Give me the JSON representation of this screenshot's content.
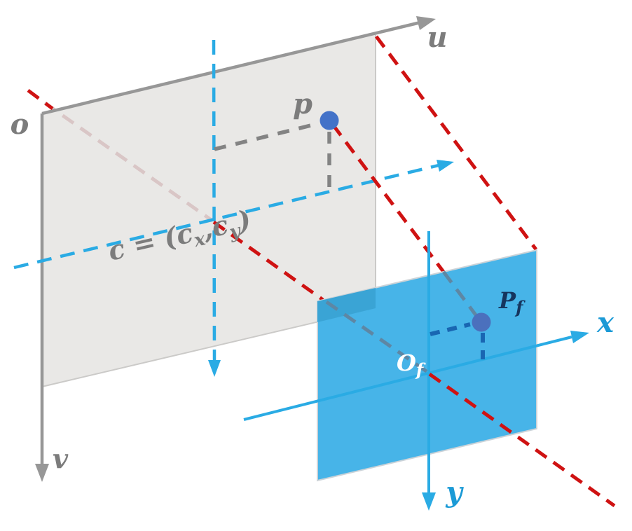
{
  "figure": {
    "type": "camera-projection-diagram",
    "planes": [
      {
        "name": "image-plane",
        "axes": [
          "u",
          "v"
        ],
        "origin_label": "o",
        "point_label": "p",
        "center_label": "c = (cx, cy)"
      },
      {
        "name": "focal-plane",
        "axes": [
          "x",
          "y"
        ],
        "origin_label": "Of",
        "point_label": "Pf"
      }
    ]
  },
  "labels": {
    "origin_image": "o",
    "axis_u": "u",
    "axis_v": "v",
    "point_p": "p",
    "c_parts": [
      "c = (c",
      "x",
      ",c",
      "y",
      ")"
    ],
    "origin_focal_main": "O",
    "origin_focal_sub": "f",
    "point_pf_main": "P",
    "point_pf_sub": "f",
    "axis_x": "x",
    "axis_y": "y"
  },
  "colors": {
    "background": "#ffffff",
    "image_plane": "#e9e8e6",
    "image_plane_edge": "#cbcac8",
    "focal_plane": "#47b4e8",
    "focal_plane_edge": "#ccd3d8",
    "plane_overlap": "#3aa4d5",
    "axis_gray": "#979797",
    "cyan": "#2aabe4",
    "red": "#cf1212",
    "red_faded_behind_image_plane": "#d9c6c6",
    "ray_behind_focal_plane": "#5e87a4",
    "coord_dash_gray": "#838383",
    "coord_dash_blue": "#1966b2",
    "point_fill": "#4372c8",
    "point_fill_pf": "#4b70bd",
    "label_gray": "#7c7c7c",
    "label_navy": "#16355e",
    "label_cyan": "#1b9ad6",
    "label_white": "#ffffff"
  }
}
